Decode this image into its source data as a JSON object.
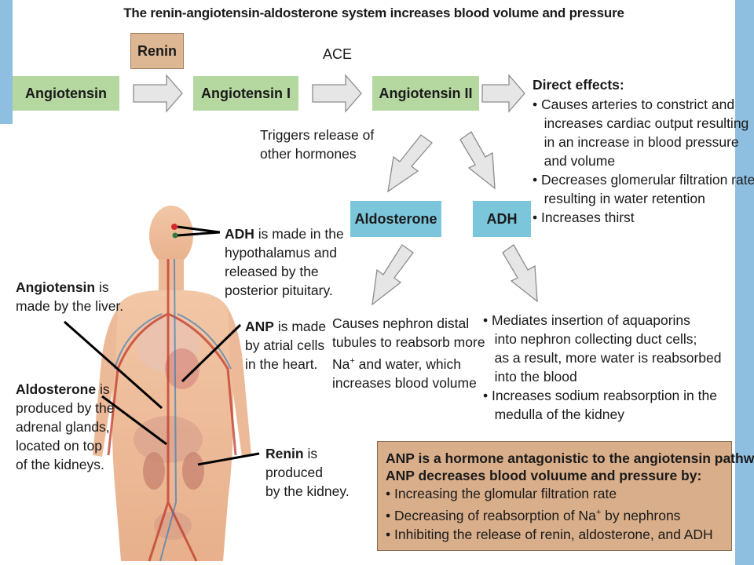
{
  "title": "The renin-angiotensin-aldosterone system increases blood volume and pressure",
  "flow": {
    "angiotensin": "Angiotensin",
    "renin": "Renin",
    "angiotensin_1": "Angiotensin I",
    "ace": "ACE",
    "angiotensin_2": "Angiotensin II",
    "triggers": "Triggers release of\nother hormones",
    "aldosterone": "Aldosterone",
    "adh": "ADH"
  },
  "direct_effects": {
    "heading": "Direct effects:",
    "body": "• Causes arteries to constrict and\n   increases cardiac output resulting\n   in an increase in blood pressure\n   and volume\n• Decreases glomerular filtration rate\n   resulting in water retention\n• Increases thirst"
  },
  "aldosterone_effect": {
    "line1": "Causes nephron distal",
    "line2": "tubules to reabsorb more",
    "line3_pre": "Na",
    "line3_sup": "+",
    "line3_post": " and water, which",
    "line4": "increases blood volume"
  },
  "adh_effect": "• Mediates insertion of aquaporins\n   into nephron collecting duct cells;\n   as a result, more water is reabsorbed\n   into the blood\n• Increases sodium reabsorption in the\n   medulla of the kidney",
  "labels": {
    "adh_bold": "ADH",
    "adh_rest": " is made in the\nhypothalamus and\nreleased by the\nposterior pituitary.",
    "angiotensin_bold": "Angiotensin",
    "angiotensin_rest": " is\nmade by the liver.",
    "anp_bold": "ANP",
    "anp_rest": " is made\nby atrial cells\nin the heart.",
    "aldosterone_bold": "Aldosterone",
    "aldosterone_rest": " is\nproduced by the\nadrenal glands,\nlocated on top\nof the kidneys.",
    "renin_bold": "Renin",
    "renin_rest": " is\nproduced\nby the kidney."
  },
  "anp_box": {
    "bold1": "ANP is a hormone antagonistic to the angiotensin pathway.",
    "bold2": "ANP decreases blood voluume and pressure by:",
    "item1": "• Increasing the glomular filtration rate",
    "item2_pre": "• Decreasing of reabsorption of Na",
    "item2_sup": "+",
    "item2_post": " by nephrons",
    "item3": "• Inhibiting the release of renin, aldosterone, and ADH"
  },
  "colors": {
    "green_box": "#b5d7a0",
    "renin_box": "#ddb694",
    "blue_box": "#7cc6dc",
    "arrow_fill": "#e6e6e6",
    "anp_box": "#d9ae8a",
    "background_accent": "#8fbfe0"
  }
}
